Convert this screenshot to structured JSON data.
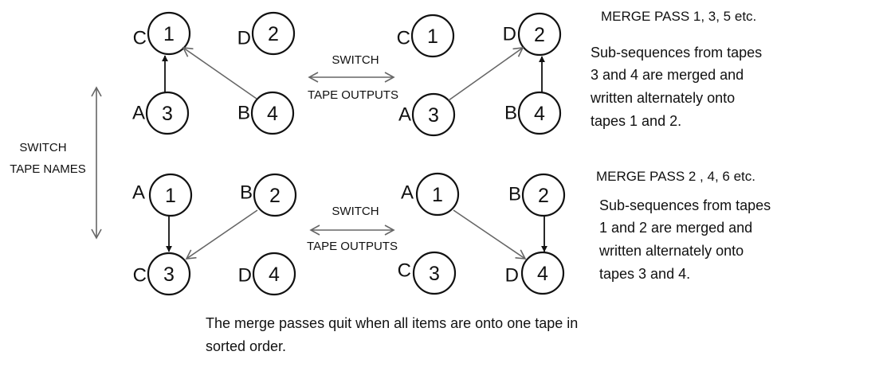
{
  "switch_top": {
    "line1": "SWITCH",
    "line2": "TAPE OUTPUTS"
  },
  "switch_bottom": {
    "line1": "SWITCH",
    "line2": "TAPE OUTPUTS"
  },
  "switch_names": {
    "line1": "SWITCH",
    "line2": "TAPE NAMES"
  },
  "pass1": {
    "title": "MERGE PASS 1, 3, 5  etc.",
    "desc": [
      "Sub-sequences from tapes",
      "3 and 4 are merged and",
      "written alternately onto",
      "tapes 1 and 2."
    ]
  },
  "pass2": {
    "title": "MERGE PASS 2 , 4, 6  etc.",
    "desc": [
      "Sub-sequences from tapes",
      "1 and 2 are merged and",
      "written alternately onto",
      "tapes 3 and 4."
    ]
  },
  "footer": [
    "The merge passes quit when all items are onto one tape in",
    "sorted order."
  ],
  "tapes": {
    "q1": [
      {
        "label": "C",
        "num": "1"
      },
      {
        "label": "D",
        "num": "2"
      },
      {
        "label": "A",
        "num": "3"
      },
      {
        "label": "B",
        "num": "4"
      }
    ],
    "q2": [
      {
        "label": "C",
        "num": "1"
      },
      {
        "label": "D",
        "num": "2"
      },
      {
        "label": "A",
        "num": "3"
      },
      {
        "label": "B",
        "num": "4"
      }
    ],
    "q3": [
      {
        "label": "A",
        "num": "1"
      },
      {
        "label": "B",
        "num": "2"
      },
      {
        "label": "C",
        "num": "3"
      },
      {
        "label": "D",
        "num": "4"
      }
    ],
    "q4": [
      {
        "label": "A",
        "num": "1"
      },
      {
        "label": "B",
        "num": "2"
      },
      {
        "label": "C",
        "num": "3"
      },
      {
        "label": "D",
        "num": "4"
      }
    ]
  }
}
